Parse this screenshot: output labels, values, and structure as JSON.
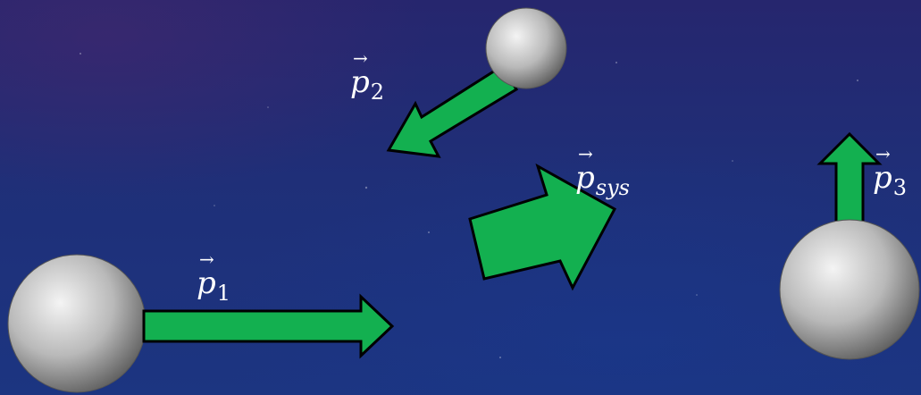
{
  "colors": {
    "arrow_fill": "#13b050",
    "arrow_stroke": "#000000",
    "ball_light": "#f2f2f2",
    "ball_dark": "#5a5a5a",
    "label_color": "#ffffff"
  },
  "vectors": [
    {
      "id": "p1",
      "symbol": "p",
      "subscript": "1"
    },
    {
      "id": "p2",
      "symbol": "p",
      "subscript": "2"
    },
    {
      "id": "psys",
      "symbol": "p",
      "subscript": "sys"
    },
    {
      "id": "p3",
      "symbol": "p",
      "subscript": "3"
    }
  ]
}
